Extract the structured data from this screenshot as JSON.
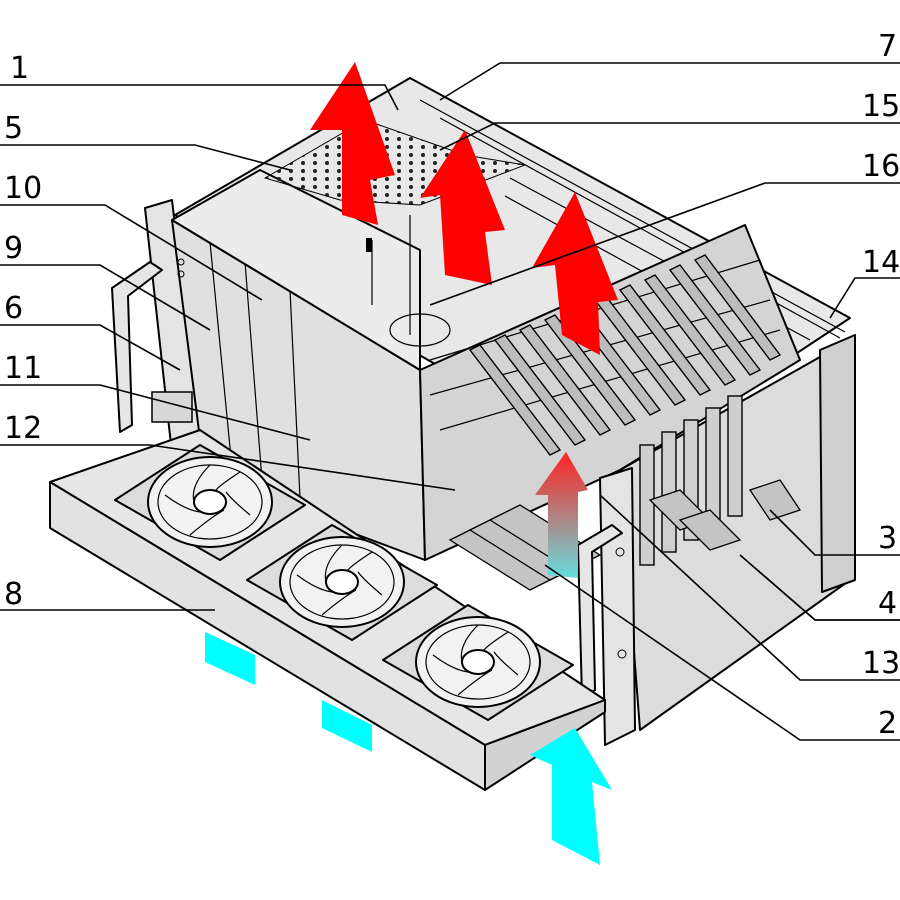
{
  "diagram": {
    "callouts": [
      {
        "id": "1",
        "label": "1"
      },
      {
        "id": "5",
        "label": "5"
      },
      {
        "id": "10",
        "label": "10"
      },
      {
        "id": "9",
        "label": "9"
      },
      {
        "id": "6",
        "label": "6"
      },
      {
        "id": "11",
        "label": "11"
      },
      {
        "id": "12",
        "label": "12"
      },
      {
        "id": "8",
        "label": "8"
      },
      {
        "id": "7",
        "label": "7"
      },
      {
        "id": "15",
        "label": "15"
      },
      {
        "id": "16",
        "label": "16"
      },
      {
        "id": "14",
        "label": "14"
      },
      {
        "id": "3",
        "label": "3"
      },
      {
        "id": "4",
        "label": "4"
      },
      {
        "id": "13",
        "label": "13"
      },
      {
        "id": "2",
        "label": "2"
      }
    ],
    "colors": {
      "housing_fill": "#e2e2e2",
      "housing_light": "#eeeeee",
      "housing_dark": "#c8c8c8",
      "line": "#000000",
      "hot_air": "#ff0000",
      "cool_air": "#00ffff"
    },
    "icons": [
      "fan-icon",
      "hot-air-arrow-icon",
      "cool-air-arrow-icon",
      "handle-icon"
    ]
  }
}
